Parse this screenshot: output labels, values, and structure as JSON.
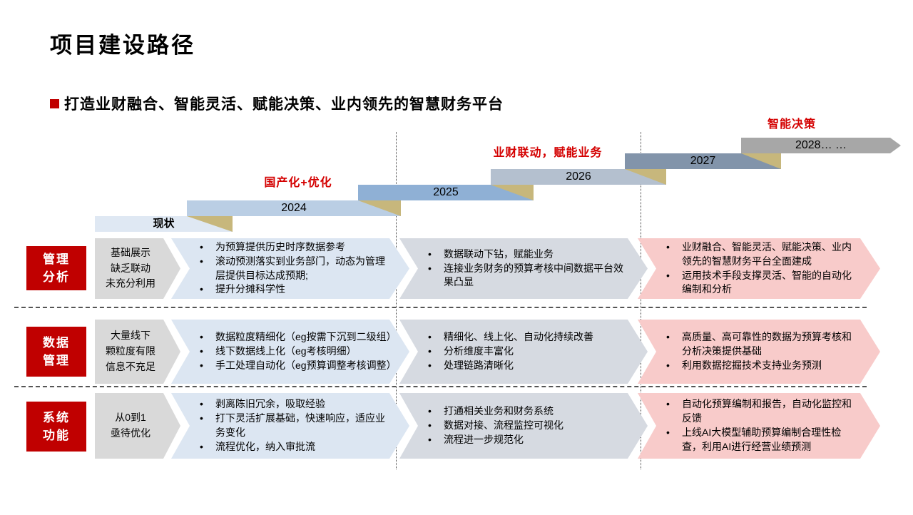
{
  "page": {
    "title": "项目建设路径",
    "subtitle": "打造业财融合、智能灵活、赋能决策、业内领先的智慧财务平台"
  },
  "colors": {
    "accent_red": "#c00000",
    "phase_label_red": "#d40000",
    "bar_now": "#dfe8f3",
    "bar_2024": "#bacee4",
    "bar_2025": "#8fb0d5",
    "bar_2026": "#b4c0cf",
    "bar_2027": "#8294aa",
    "bar_2028": "#a7a7a7",
    "junction_tan": "#c7b77c",
    "stage1_gray": "#d9d9d9",
    "stage2_blue": "#dce6f2",
    "stage3_gray": "#d6dae1",
    "stage4_pink": "#f8cbca"
  },
  "timeline": {
    "phase_labels": [
      {
        "text": "国产化+优化"
      },
      {
        "text": "业财联动，赋能业务"
      },
      {
        "text": "智能决策"
      }
    ],
    "steps": [
      {
        "label": "现状"
      },
      {
        "label": "2024"
      },
      {
        "label": "2025"
      },
      {
        "label": "2026"
      },
      {
        "label": "2027"
      },
      {
        "label": "2028… …"
      }
    ]
  },
  "rows": [
    {
      "category_lines": [
        "管理",
        "分析"
      ],
      "stage1_lines": [
        "基础展示",
        "缺乏联动",
        "未充分利用"
      ],
      "stage2_bullets": [
        "为预算提供历史时序数据参考",
        "滚动预测落实到业务部门，动态为管理层提供目标达成预期;",
        "提升分摊科学性"
      ],
      "stage3_bullets": [
        "数据联动下钻，赋能业务",
        "连接业务财务的预算考核中间数据平台效果凸显"
      ],
      "stage4_bullets": [
        "业财融合、智能灵活、赋能决策、业内领先的智慧财务平台全面建成",
        "运用技术手段支撑灵活、智能的自动化编制和分析"
      ]
    },
    {
      "category_lines": [
        "数据",
        "管理"
      ],
      "stage1_lines": [
        "大量线下",
        "颗粒度有限",
        "信息不充足"
      ],
      "stage2_bullets": [
        "数据粒度精细化（eg按需下沉到二级组）",
        "线下数据线上化（eg考核明细）",
        "手工处理自动化（eg预算调整考核调整）"
      ],
      "stage3_bullets": [
        "精细化、线上化、自动化持续改善",
        "分析维度丰富化",
        "处理链路清晰化"
      ],
      "stage4_bullets": [
        "高质量、高可靠性的数据为预算考核和分析决策提供基础",
        "利用数据挖掘技术支持业务预测"
      ]
    },
    {
      "category_lines": [
        "系统",
        "功能"
      ],
      "stage1_lines": [
        "从0到1",
        "亟待优化"
      ],
      "stage2_bullets": [
        "剥离陈旧冗余，吸取经验",
        "打下灵活扩展基础，快速响应，适应业务变化",
        "流程优化，纳入审批流"
      ],
      "stage3_bullets": [
        "打通相关业务和财务系统",
        "数据对接、流程监控可视化",
        "流程进一步规范化"
      ],
      "stage4_bullets": [
        "自动化预算编制和报告，自动化监控和反馈",
        "上线AI大模型辅助预算编制合理性检查，利用AI进行经营业绩预测"
      ]
    }
  ]
}
